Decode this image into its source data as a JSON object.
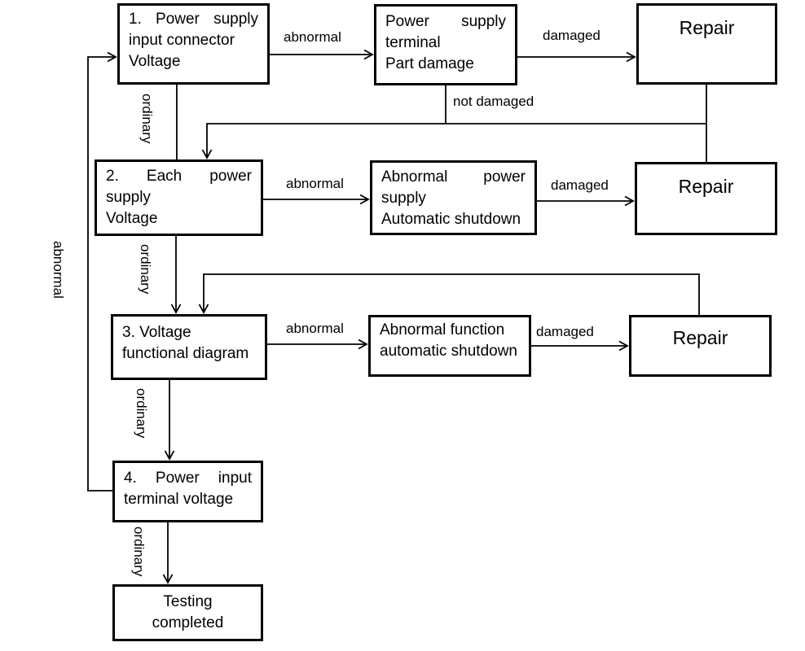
{
  "boxes": {
    "step1": {
      "lines": [
        "1. Power supply",
        "input connector",
        "Voltage"
      ]
    },
    "terminal_damage": {
      "lines": [
        "Power supply",
        "terminal",
        "Part damage"
      ]
    },
    "repair1": {
      "label": "Repair"
    },
    "step2": {
      "lines": [
        "2. Each power",
        "supply",
        "Voltage"
      ]
    },
    "abnormal_supply": {
      "lines": [
        "Abnormal power",
        "supply",
        "Automatic shutdown"
      ]
    },
    "repair2": {
      "label": "Repair"
    },
    "step3": {
      "lines": [
        "3. Voltage",
        "functional diagram"
      ]
    },
    "abnormal_function": {
      "lines": [
        "Abnormal function",
        "automatic shutdown"
      ]
    },
    "repair3": {
      "label": "Repair"
    },
    "step4": {
      "lines": [
        "4. Power input",
        "terminal voltage"
      ]
    },
    "done": {
      "lines": [
        "Testing",
        "completed"
      ]
    }
  },
  "edge_labels": {
    "abnormal1": "abnormal",
    "damaged1": "damaged",
    "not_damaged": "not damaged",
    "ordinary1": "ordinary",
    "abnormal2": "abnormal",
    "damaged2": "damaged",
    "ordinary2": "ordinary",
    "abnormal3": "abnormal",
    "damaged3": "damaged",
    "ordinary3": "ordinary",
    "ordinary4": "ordinary",
    "abnormal_feedback": "abnormal"
  },
  "colors": {
    "line": "#000000",
    "text": "#000000",
    "background": "#ffffff"
  }
}
